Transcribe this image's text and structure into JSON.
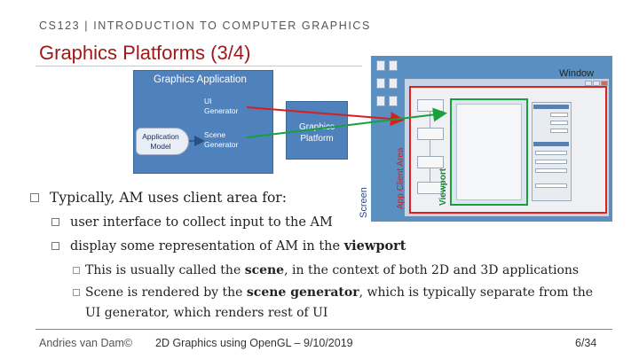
{
  "header": {
    "course": "CS123 | INTRODUCTION TO COMPUTER GRAPHICS",
    "title": "Graphics Platforms (3/4)"
  },
  "diagram": {
    "app_box_title": "Graphics Application",
    "ui_generator": "UI\nGenerator",
    "scene_generator": "Scene\nGenerator",
    "application_model": "Application\nModel",
    "graphics_platform": "Graphics\nPlatform",
    "window_label": "Window",
    "screen_label": "Screen",
    "client_area_label": "App Client Area",
    "viewport_label": "Viewport",
    "arrow_colors": {
      "to_client_area": "#d81e1e",
      "to_viewport": "#18a03c"
    }
  },
  "bullets": {
    "main": "Typically,  AM uses client area for:",
    "sub1": "user interface to collect input to the AM",
    "sub2_prefix": "display some representation of AM in the ",
    "sub2_bold": "viewport",
    "sub3_prefix": "This is usually called the ",
    "sub3_bold": "scene",
    "sub3_suffix": ", in the context of both 2D and 3D applications",
    "sub4_prefix": "Scene is rendered by the ",
    "sub4_bold": "scene generator",
    "sub4_suffix": ", which is typically separate from the",
    "sub4_line2": "UI generator, which renders rest of UI"
  },
  "footer": {
    "author": "Andries van Dam©",
    "lecture": "2D Graphics using OpenGL – 9/10/2019",
    "page": "6/34"
  }
}
